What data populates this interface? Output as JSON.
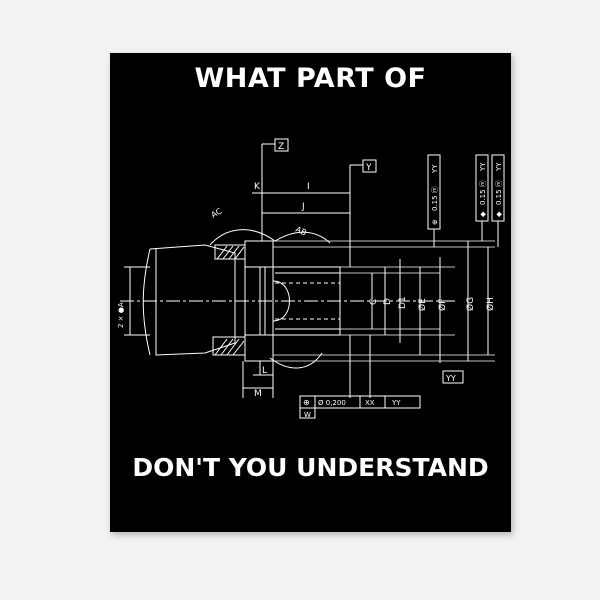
{
  "headline": {
    "top": "WHAT PART OF",
    "bottom": "DON'T YOU UNDERSTAND"
  },
  "drawing": {
    "datums": {
      "z": "Z",
      "y": "Y",
      "yy": "YY",
      "w": "W"
    },
    "dims": {
      "k": "K",
      "i": "I",
      "j": "J",
      "ac": "AC",
      "ab": "AB",
      "c": "C",
      "d": "D",
      "d1": "D1",
      "oe": "ØE",
      "of": "ØF",
      "og": "ØG",
      "oh": "ØH",
      "l": "L",
      "m": "M",
      "two_x_a": "2 × ●A"
    },
    "frames": {
      "f1": {
        "symbol": "⊕",
        "value": "0.15 ⓜ",
        "datum": "YY"
      },
      "f2": {
        "symbol": "◆",
        "value": "0.15 ⓜ",
        "datum": "YY"
      },
      "f3": {
        "symbol": "◆",
        "value": "0.15 ⓜ",
        "datum": "YY"
      },
      "bottom": {
        "symbol": "⊕",
        "value": "Ø 0,200",
        "datum1": "XX",
        "datum2": "YY"
      }
    },
    "colors": {
      "background": "#000000",
      "ink": "#ffffff",
      "page": "#f2f2f2"
    }
  }
}
